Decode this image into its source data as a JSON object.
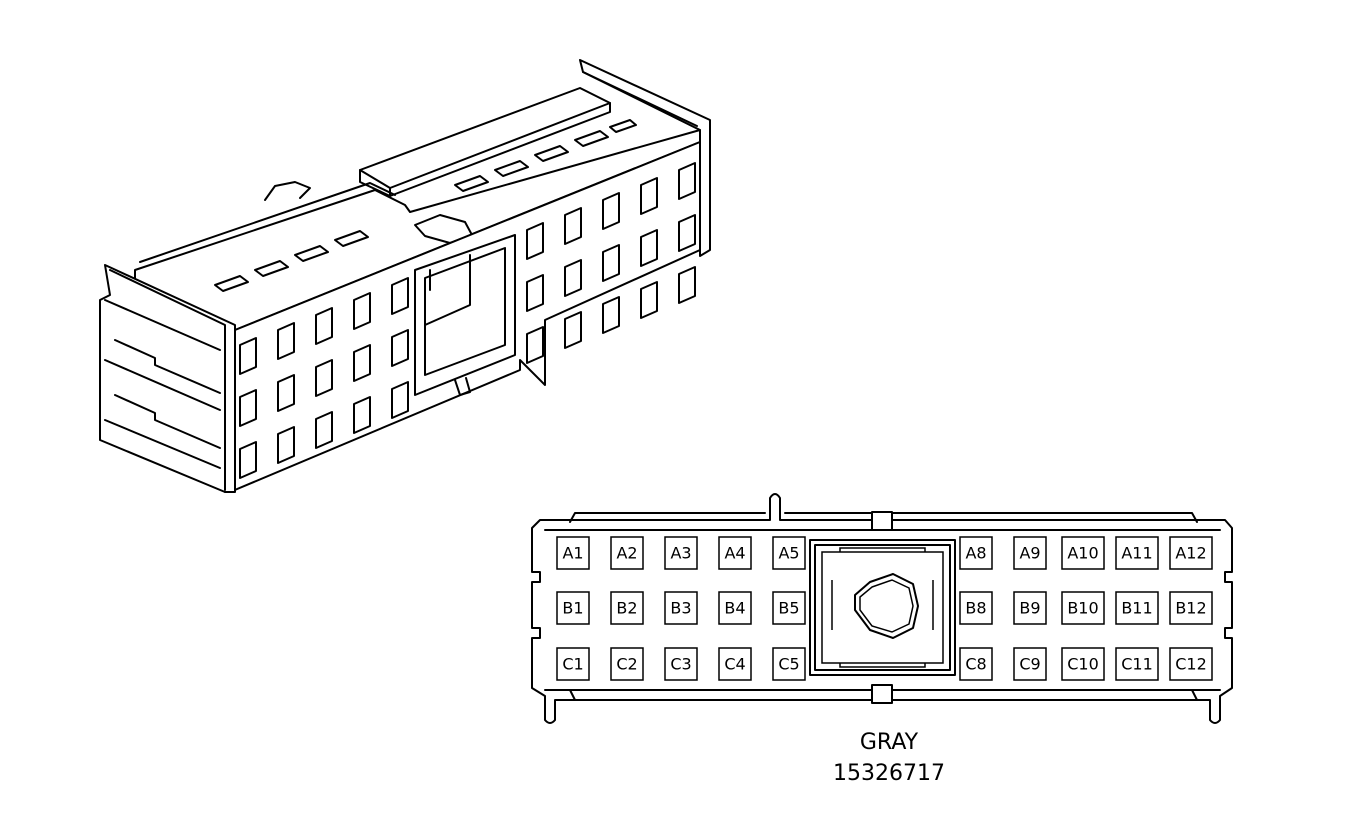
{
  "connector": {
    "color_label": "GRAY",
    "part_number": "15326717",
    "pins": {
      "row_a": [
        "A1",
        "A2",
        "A3",
        "A4",
        "A5",
        "A8",
        "A9",
        "A10",
        "A11",
        "A12"
      ],
      "row_b": [
        "B1",
        "B2",
        "B3",
        "B4",
        "B5",
        "B8",
        "B9",
        "B10",
        "B11",
        "B12"
      ],
      "row_c": [
        "C1",
        "C2",
        "C3",
        "C4",
        "C5",
        "C8",
        "C9",
        "C10",
        "C11",
        "C12"
      ]
    }
  }
}
